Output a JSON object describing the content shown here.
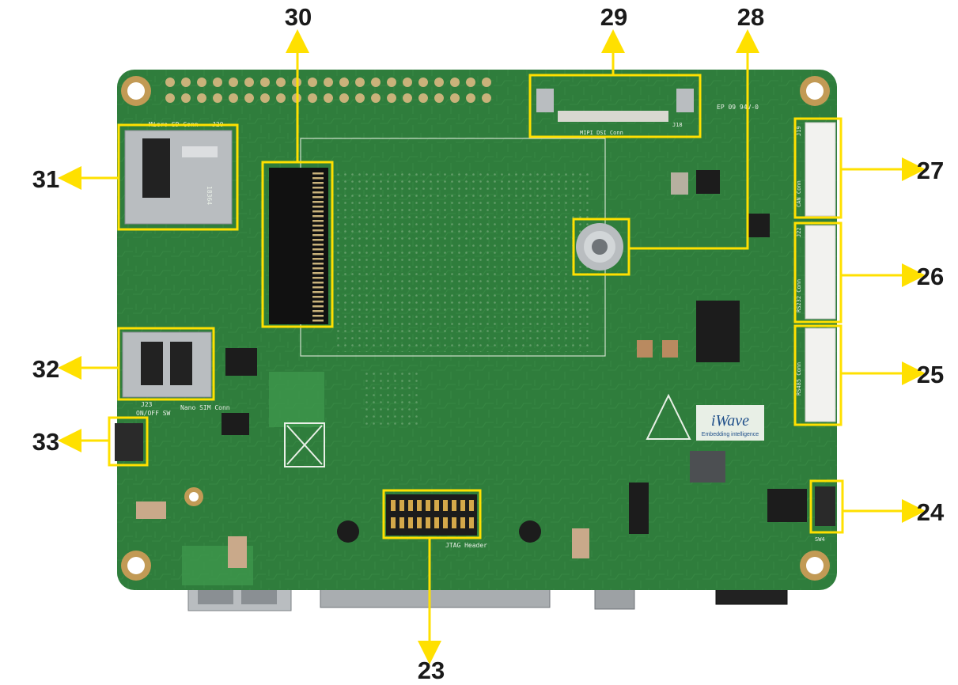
{
  "colors": {
    "board": "#2f7d3c",
    "board_dark": "#225f2c",
    "highlight": "#ffe000",
    "text": "#1a1a1a",
    "silkscreen": "#e8efe6"
  },
  "callouts": [
    {
      "id": "23",
      "label": "23"
    },
    {
      "id": "24",
      "label": "24"
    },
    {
      "id": "25",
      "label": "25"
    },
    {
      "id": "26",
      "label": "26"
    },
    {
      "id": "27",
      "label": "27"
    },
    {
      "id": "28",
      "label": "28"
    },
    {
      "id": "29",
      "label": "29"
    },
    {
      "id": "30",
      "label": "30"
    },
    {
      "id": "31",
      "label": "31"
    },
    {
      "id": "32",
      "label": "32"
    },
    {
      "id": "33",
      "label": "33"
    }
  ],
  "silkscreen": {
    "micro_sd": "Micro SD Conn",
    "j20": "J20",
    "nano_sim": "Nano SIM Conn",
    "j23": "J23",
    "on_off_sw": "ON/OFF SW",
    "mipi_dsi": "MIPI DSI  Conn",
    "j18": "J18",
    "board_id": "EP 09 94V-0",
    "can_conn": "CAN Conn",
    "j19": "J19",
    "rs232_conn": "RS232 Conn",
    "j22": "J22",
    "rs485_conn": "RS485 Conn",
    "jtag_header": "JTAG Header",
    "sw4": "SW4",
    "sd_code": "18364"
  },
  "logo": {
    "brand": "iWave",
    "tagline": "Embedding intelligence"
  }
}
